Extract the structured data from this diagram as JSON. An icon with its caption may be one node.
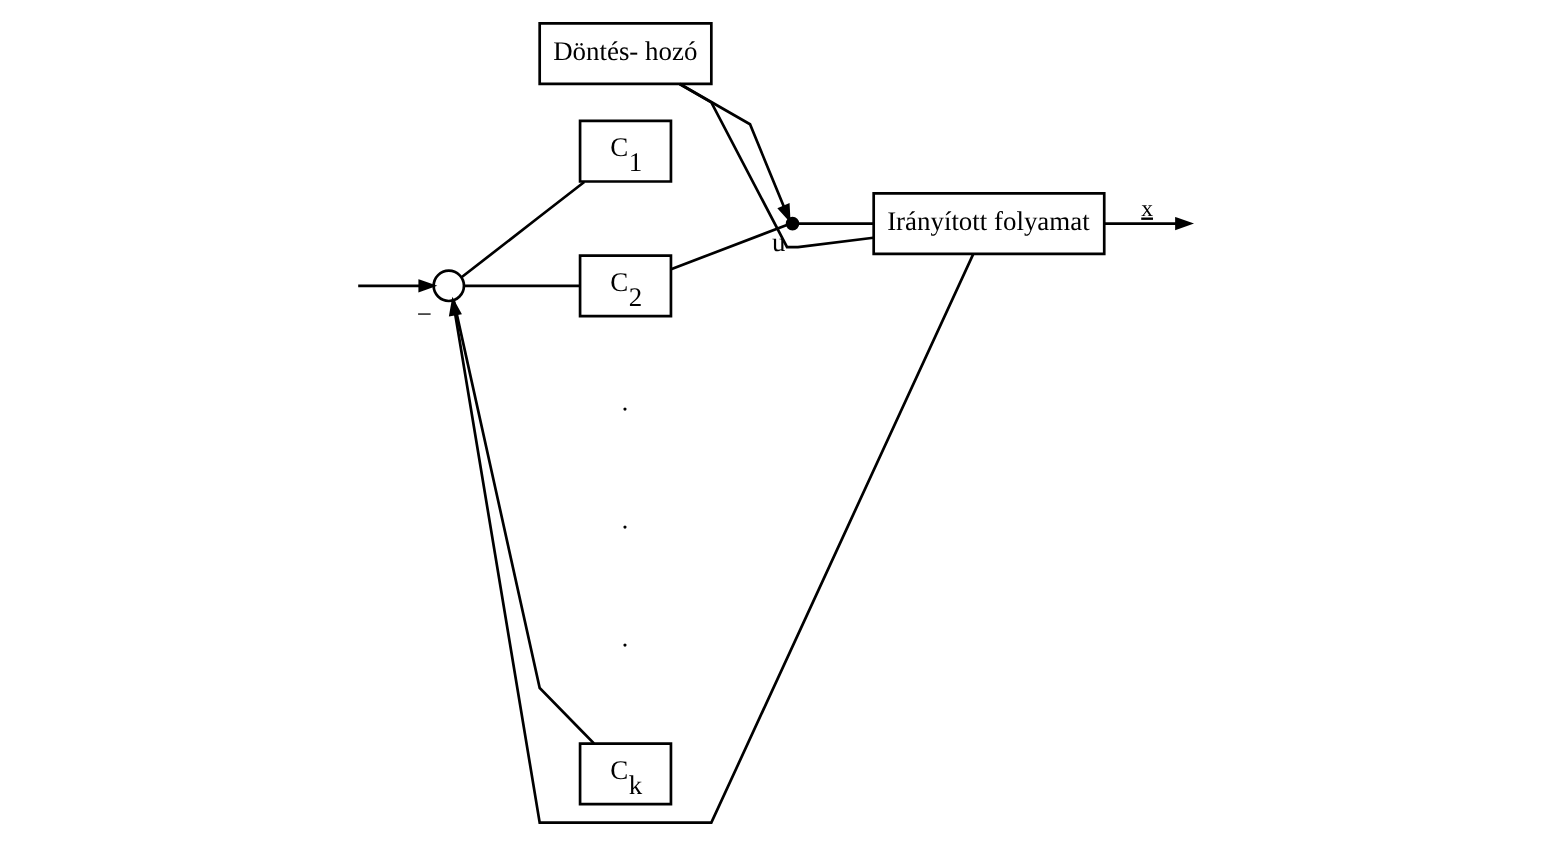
{
  "diagram": {
    "nodes": [
      {
        "text": [],
        "shape": "circle",
        "beside": [
          "−"
        ]
      },
      {
        "text": [
          "C$_{1}$"
        ]
      },
      {
        "text": [
          "C$_{2}$"
        ]
      },
      {
        "text": [
          "C$_{k}$"
        ]
      },
      {
        "text": [],
        "shape": "dot",
        "beside": [
          "u"
        ]
      },
      {
        "text": [
          "Döntés- hozó"
        ]
      },
      {
        "text": [
          "Irányított folyamat"
        ]
      }
    ],
    "edges": [
      {
        "from": null,
        "to": 0,
        "arrow": "to"
      },
      {
        "from": 0,
        "to": 1,
        "arrow": "none"
      },
      {
        "from": 0,
        "to": 2,
        "arrow": "none"
      },
      {
        "from": 0,
        "to": 3,
        "arrow": "none"
      },
      {
        "from": 2,
        "to": 4,
        "arrow": "none"
      },
      {
        "from": 5,
        "to": 4,
        "arrow": "to"
      },
      {
        "from": 4,
        "to": 6,
        "arrow": "none"
      },
      {
        "from": 6,
        "to": null,
        "arrow": "to",
        "label": "x"
      },
      {
        "from": 6,
        "to": 0,
        "arrow": "to"
      },
      {
        "from": 6,
        "to": 5,
        "arrow": "none"
      }
    ],
    "labels": [
      "·",
      "·",
      "·"
    ]
  }
}
